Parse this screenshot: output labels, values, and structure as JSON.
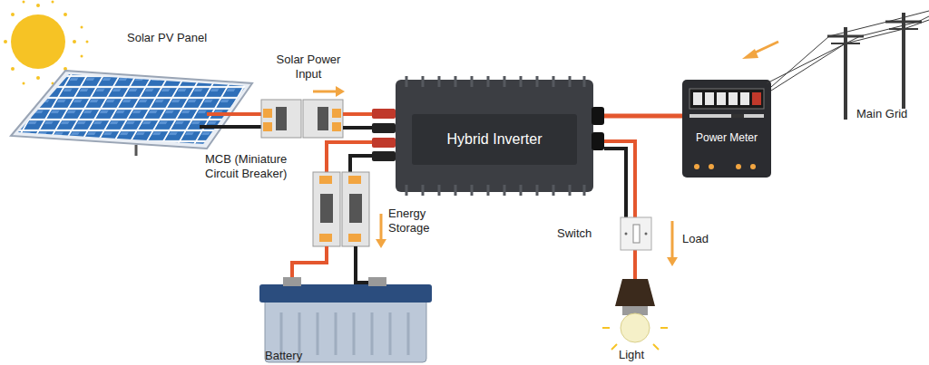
{
  "diagram": {
    "nodes": [
      {
        "text": [
          "Hybrid Inverter"
        ]
      },
      {
        "text": [
          "Power Meter"
        ]
      }
    ],
    "edges": [
      {
        "from": 0,
        "to": 1,
        "arrow": "none"
      }
    ],
    "labels": [
      "Solar PV Panel",
      "Solar Power Input",
      "MCB (Miniature Circuit Breaker)",
      "Energy Storage",
      "Switch",
      "Load",
      "Light",
      "Battery",
      "Main Grid"
    ]
  }
}
